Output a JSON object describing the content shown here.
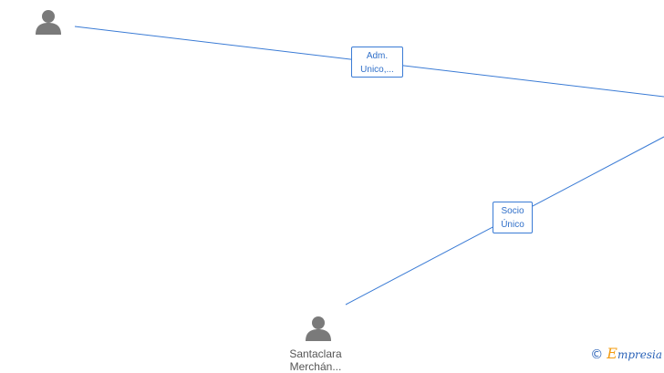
{
  "nodes": [
    {
      "id": "person-top-left",
      "type": "person",
      "name": ""
    },
    {
      "id": "person-bottom",
      "type": "person",
      "name": "Santaclara\nMerchán..."
    }
  ],
  "edges": [
    {
      "label_line1": "Adm.",
      "label_line2": "Unico,..."
    },
    {
      "label_line1": "Socio",
      "label_line2": "Único"
    }
  ],
  "brand": {
    "copyright_symbol": "©",
    "initial": "E",
    "rest": "mpresia"
  },
  "colors": {
    "edge": "#3a7bd5",
    "icon": "#7a7a7a",
    "label_text": "#2f6fc9",
    "brand_initial": "#f39c12"
  }
}
